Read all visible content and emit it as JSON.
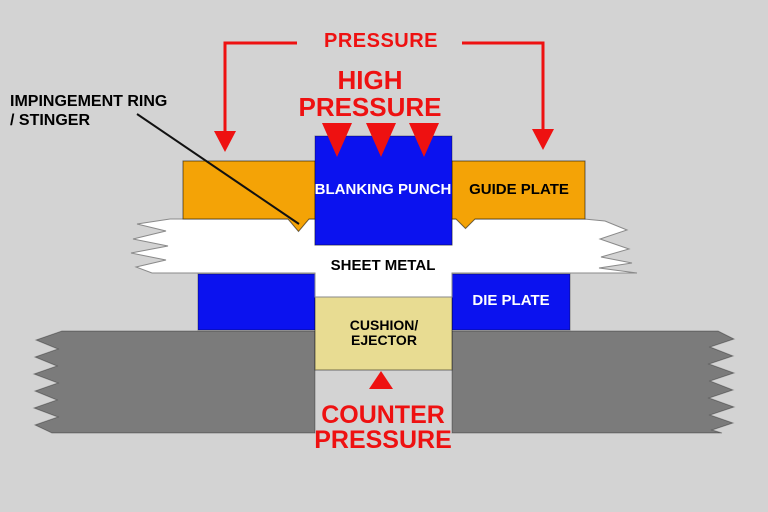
{
  "title": "Fine blanking press pressure diagram",
  "colors": {
    "bg": "#d3d3d3",
    "blue": "#0b12ef",
    "orange": "#f4a306",
    "tan": "#e8dc92",
    "base_gray": "#7b7b7b",
    "red": "#ee1111",
    "sheet_white": "#ffffff",
    "text_black": "#000000",
    "text_white": "#ffffff"
  },
  "annotations": {
    "pressure_bracket": "PRESSURE",
    "high_pressure_line1": "HIGH",
    "high_pressure_line2": "PRESSURE",
    "impingement_line1": "IMPINGEMENT RING",
    "impingement_line2": "/ STINGER",
    "counter_line1": "COUNTER",
    "counter_line2": "PRESSURE"
  },
  "components": {
    "blanking_punch": "BLANKING PUNCH",
    "guide_plate": "GUIDE PLATE",
    "sheet_metal": "SHEET METAL",
    "die_plate": "DIE PLATE",
    "cushion_line1": "CUSHION/",
    "cushion_line2": "EJECTOR"
  }
}
